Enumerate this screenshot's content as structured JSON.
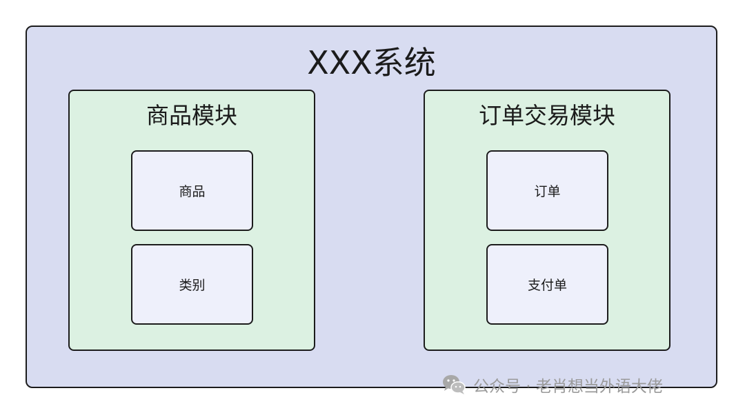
{
  "system": {
    "title": "XXX系统"
  },
  "modules": [
    {
      "title": "商品模块",
      "entities": [
        "商品",
        "类别"
      ]
    },
    {
      "title": "订单交易模块",
      "entities": [
        "订单",
        "支付单"
      ]
    }
  ],
  "watermark": {
    "text": "公众号 · 老肖想当外语大佬",
    "icon": "wechat-icon"
  },
  "colors": {
    "system_fill": "#d8dcf1",
    "module_fill": "#dcf1e2",
    "entity_fill": "#eef0fb",
    "stroke": "#1b1b1b",
    "watermark": "#9a9a9a"
  }
}
